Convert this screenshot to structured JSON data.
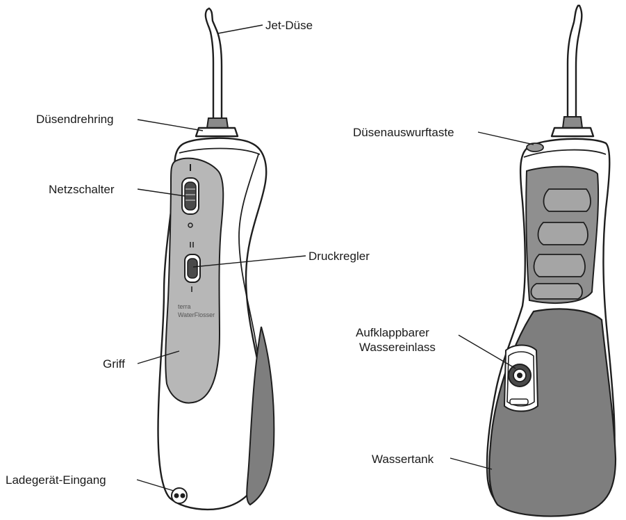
{
  "labels": {
    "jet_duese": "Jet-Düse",
    "duesendrehring": "Düsendrehring",
    "netzschalter": "Netzschalter",
    "druckregler": "Druckregler",
    "griff": "Griff",
    "ladegeraet_eingang": "Ladegerät-Eingang",
    "duesenauswurftaste": "Düsenauswurftaste",
    "wassereinlass_line1": "Aufklappbarer",
    "wassereinlass_line2": "Wassereinlass",
    "wassertank": "Wassertank"
  },
  "device_text": {
    "brand_line1": "terra",
    "brand_line2": "WaterFlosser"
  },
  "colors": {
    "outline": "#1e1e1e",
    "grip_gray": "#b7b7b7",
    "tank_gray": "#7e7e7e",
    "background": "#ffffff"
  }
}
